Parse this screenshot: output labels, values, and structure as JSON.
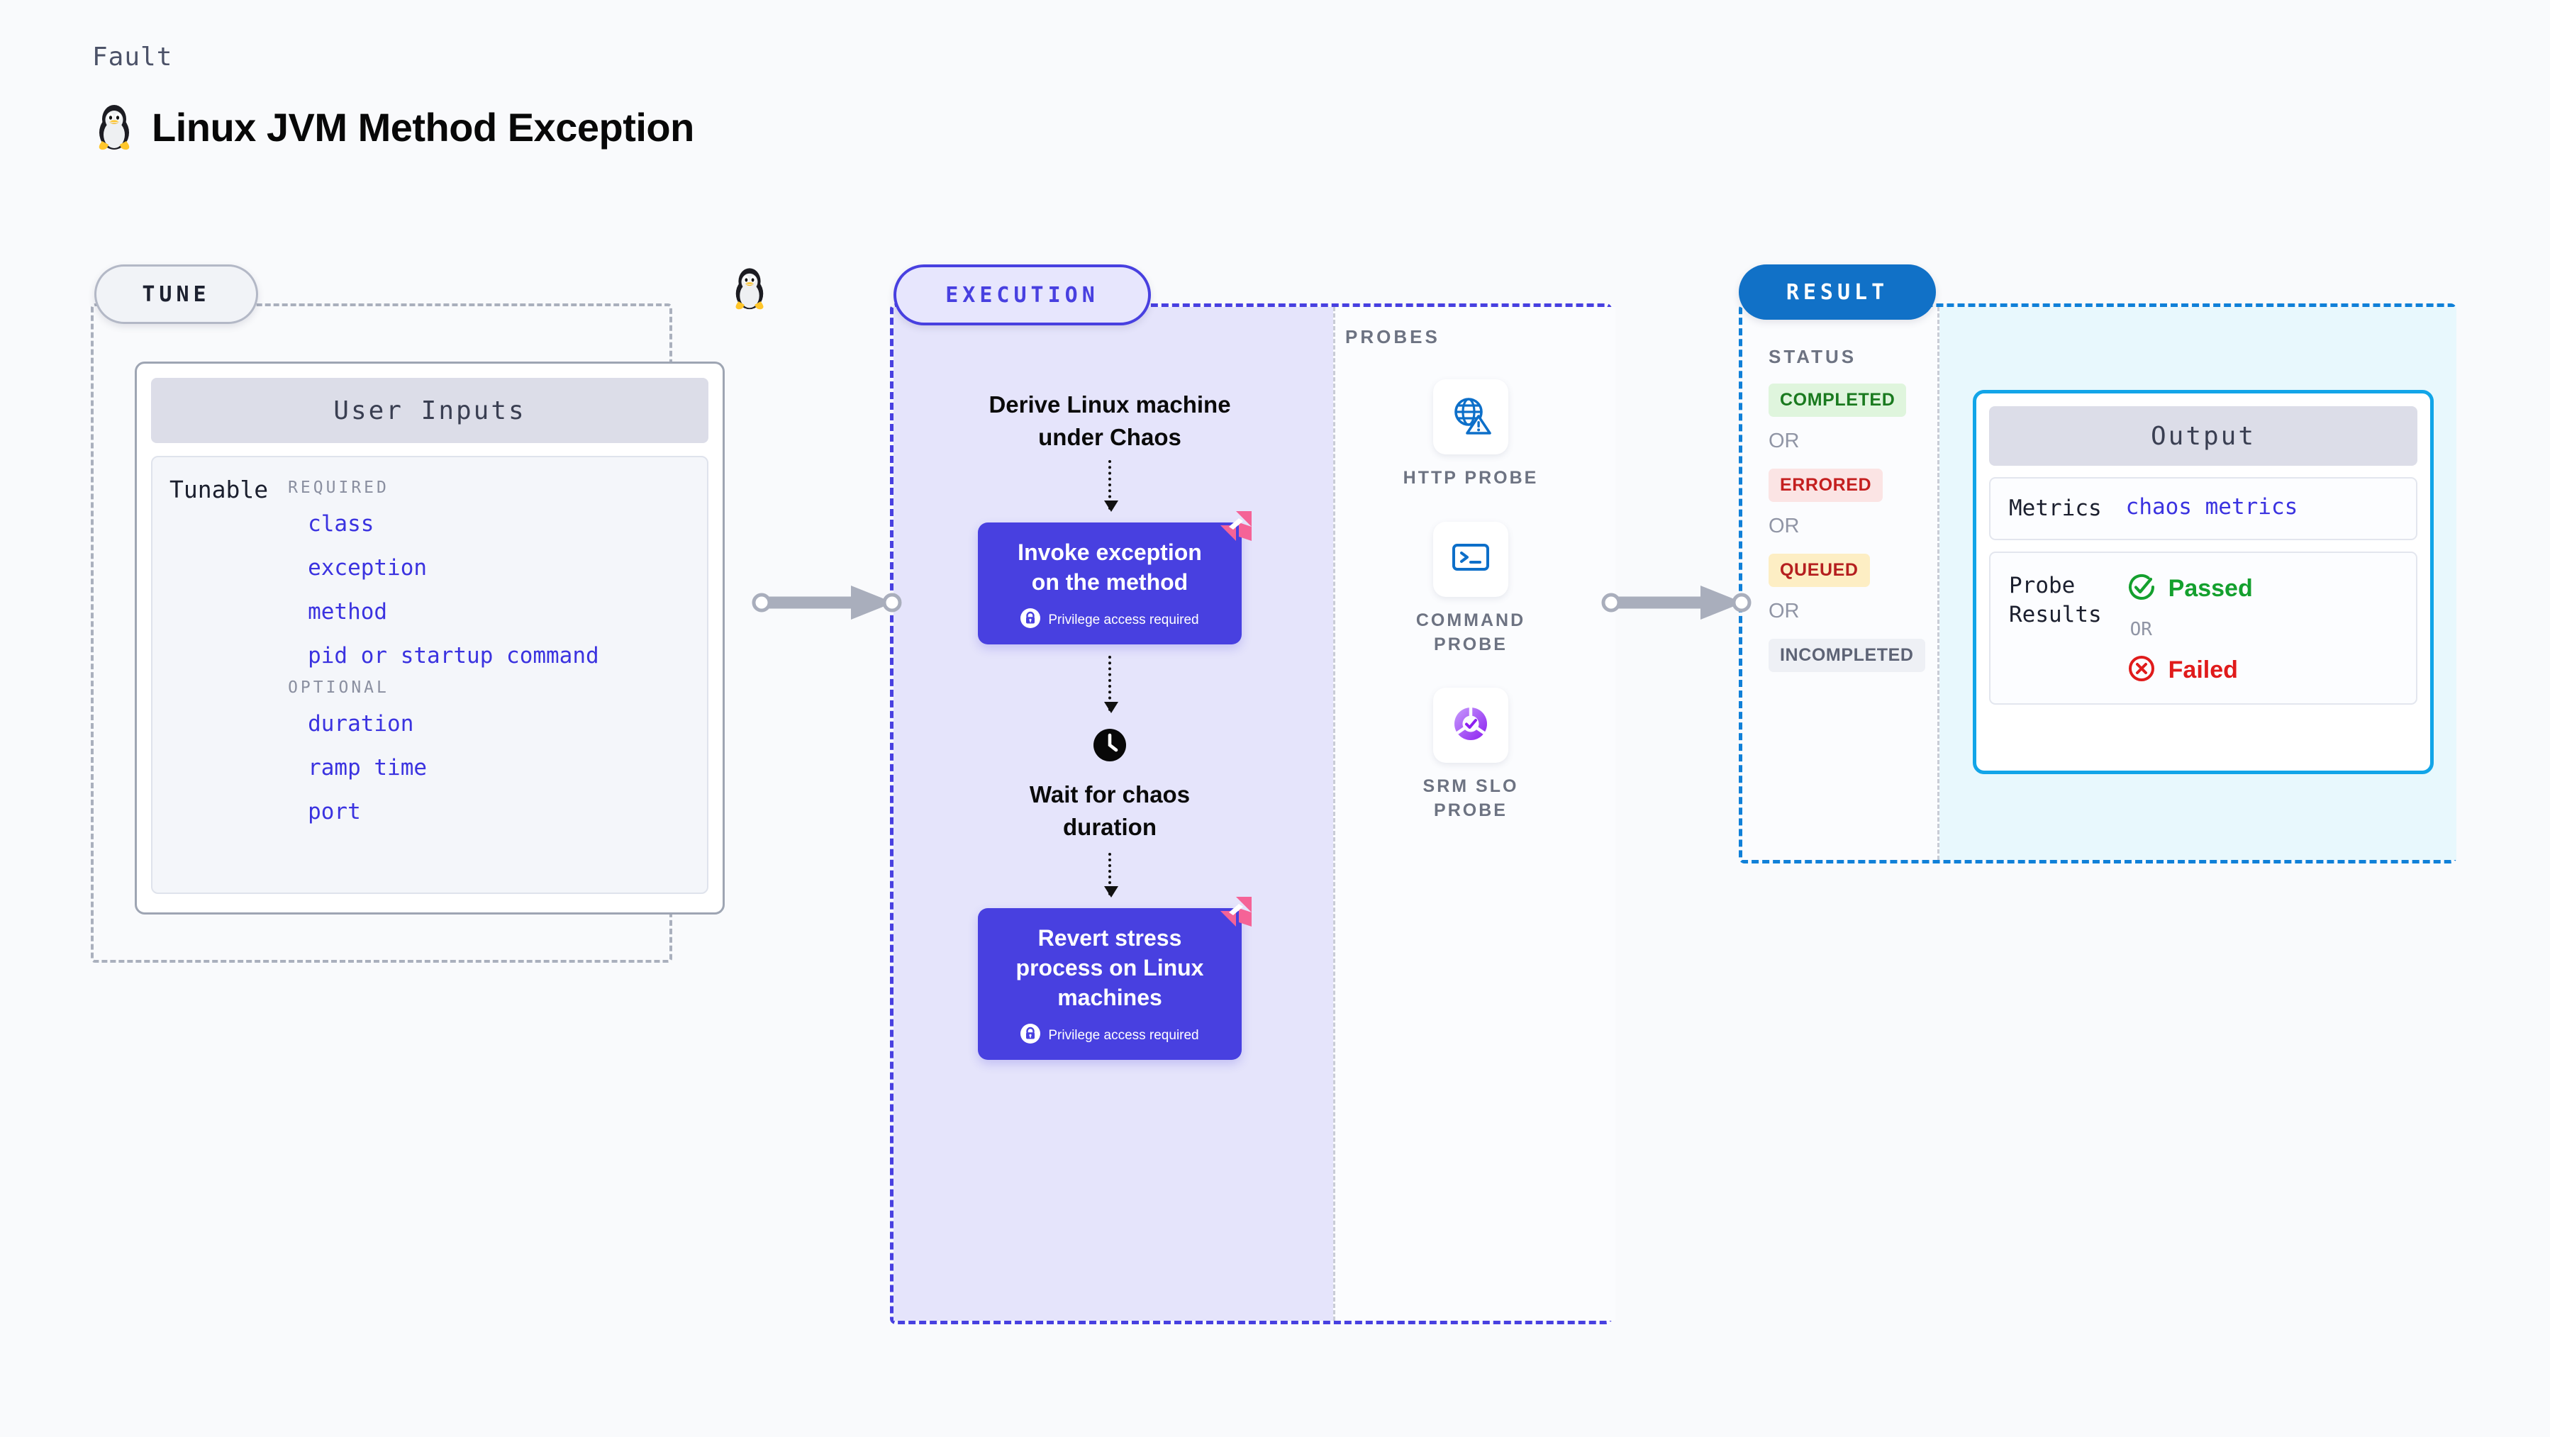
{
  "header": {
    "kicker": "Fault",
    "title": "Linux JVM Method Exception",
    "icon": "tux-penguin-icon"
  },
  "tune": {
    "badge": "TUNE",
    "card_title": "User Inputs",
    "tunable_label": "Tunable",
    "groups": [
      {
        "title": "REQUIRED",
        "params": [
          "class",
          "exception",
          "method",
          "pid or startup command"
        ]
      },
      {
        "title": "OPTIONAL",
        "params": [
          "duration",
          "ramp time",
          "port"
        ]
      }
    ]
  },
  "execution": {
    "badge": "EXECUTION",
    "steps": [
      {
        "type": "text",
        "label": "Derive Linux machine\nunder Chaos"
      },
      {
        "type": "box",
        "label": "Invoke exception\non the method",
        "note": "Privilege access required"
      },
      {
        "type": "clock",
        "label": "Wait for chaos\nduration"
      },
      {
        "type": "box",
        "label": "Revert stress\nprocess on Linux\nmachines",
        "note": "Privilege access required"
      }
    ]
  },
  "probes": {
    "title": "PROBES",
    "items": [
      {
        "label": "HTTP PROBE",
        "icon": "globe-warning-icon"
      },
      {
        "label": "COMMAND PROBE",
        "icon": "terminal-icon"
      },
      {
        "label": "SRM SLO PROBE",
        "icon": "slo-donut-check-icon"
      }
    ]
  },
  "result": {
    "badge": "RESULT",
    "status_title": "STATUS",
    "or_label": "OR",
    "statuses": [
      {
        "label": "COMPLETED",
        "fg": "#1a7a1f",
        "bg": "#dff5dd"
      },
      {
        "label": "ERRORED",
        "fg": "#c41f1f",
        "bg": "#fbe4e4"
      },
      {
        "label": "QUEUED",
        "fg": "#b51f1f",
        "bg": "#fdeec4"
      },
      {
        "label": "INCOMPLETED",
        "fg": "#5d6375",
        "bg": "#eef0f5"
      }
    ],
    "output": {
      "title": "Output",
      "metrics_key": "Metrics",
      "metrics_value": "chaos metrics",
      "probe_results_key": "Probe\nResults",
      "passed_label": "Passed",
      "failed_label": "Failed",
      "or_label": "OR"
    }
  },
  "colors": {
    "page_bg": "#f9fafc",
    "indigo": "#4840e0",
    "exec_fill": "#e5e4fb",
    "result_blue": "#1171c7",
    "output_border": "#12a5e8",
    "output_fill": "#e8f8fd",
    "pink": "#f56397",
    "gray_dash": "#aab0bd"
  }
}
